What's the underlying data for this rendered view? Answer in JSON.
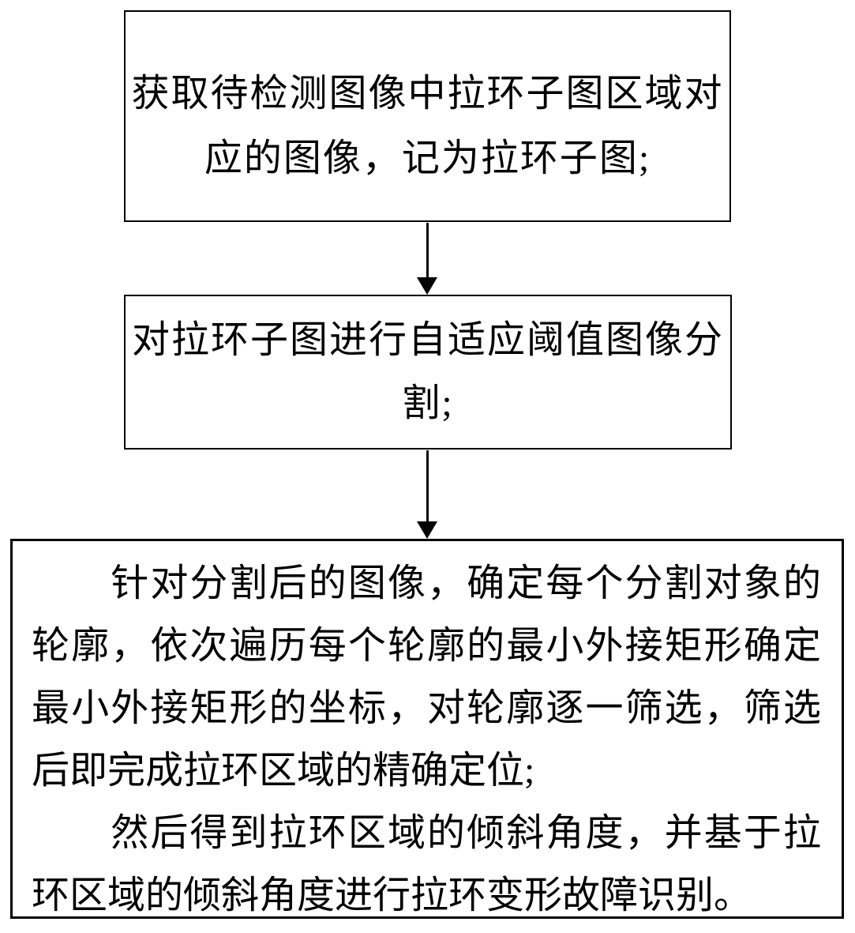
{
  "page": {
    "background_color": "#ffffff",
    "ink_color": "#000000"
  },
  "flowchart": {
    "type": "vertical-process-flow",
    "nodes": [
      {
        "id": "step1",
        "text": "获取待检测图像中拉环子图区域对应的图像，记为拉环子图;",
        "lines": [
          {
            "text": "获取待检测图像中拉环子图区域对",
            "fill": false
          },
          {
            "text": "应的图像，记为拉环子图;",
            "fill": false
          }
        ]
      },
      {
        "id": "step2",
        "text": "对拉环子图进行自适应阈值图像分割;",
        "lines": [
          {
            "text": "对拉环子图进行自适应阈值图像分",
            "fill": false
          },
          {
            "text": "割;",
            "fill": false
          }
        ]
      },
      {
        "id": "step3",
        "text": "针对分割后的图像，确定每个分割对象的轮廓，依次遍历每个轮廓的最小外接矩形确定最小外接矩形的坐标，对轮廓逐一筛选，筛选后即完成拉环区域的精确定位; 然后得到拉环区域的倾斜角度，并基于拉环区域的倾斜角度进行拉环变形故障识别。",
        "lines": [
          {
            "text": "　　针对分割后的图像，确定每个分割对象的",
            "fill": true
          },
          {
            "text": "轮廓，依次遍历每个轮廓的最小外接矩形确定",
            "fill": true
          },
          {
            "text": "最小外接矩形的坐标，对轮廓逐一筛选，筛选",
            "fill": true
          },
          {
            "text": "后即完成拉环区域的精确定位;",
            "fill": false
          },
          {
            "text": "　　然后得到拉环区域的倾斜角度，并基于拉",
            "fill": true
          },
          {
            "text": "环区域的倾斜角度进行拉环变形故障识别。",
            "fill": false
          }
        ]
      }
    ],
    "connectors": [
      {
        "from": "step1",
        "to": "step2",
        "direction": "down",
        "head": "filled-triangle"
      },
      {
        "from": "step2",
        "to": "step3",
        "direction": "down",
        "head": "filled-triangle"
      }
    ]
  }
}
